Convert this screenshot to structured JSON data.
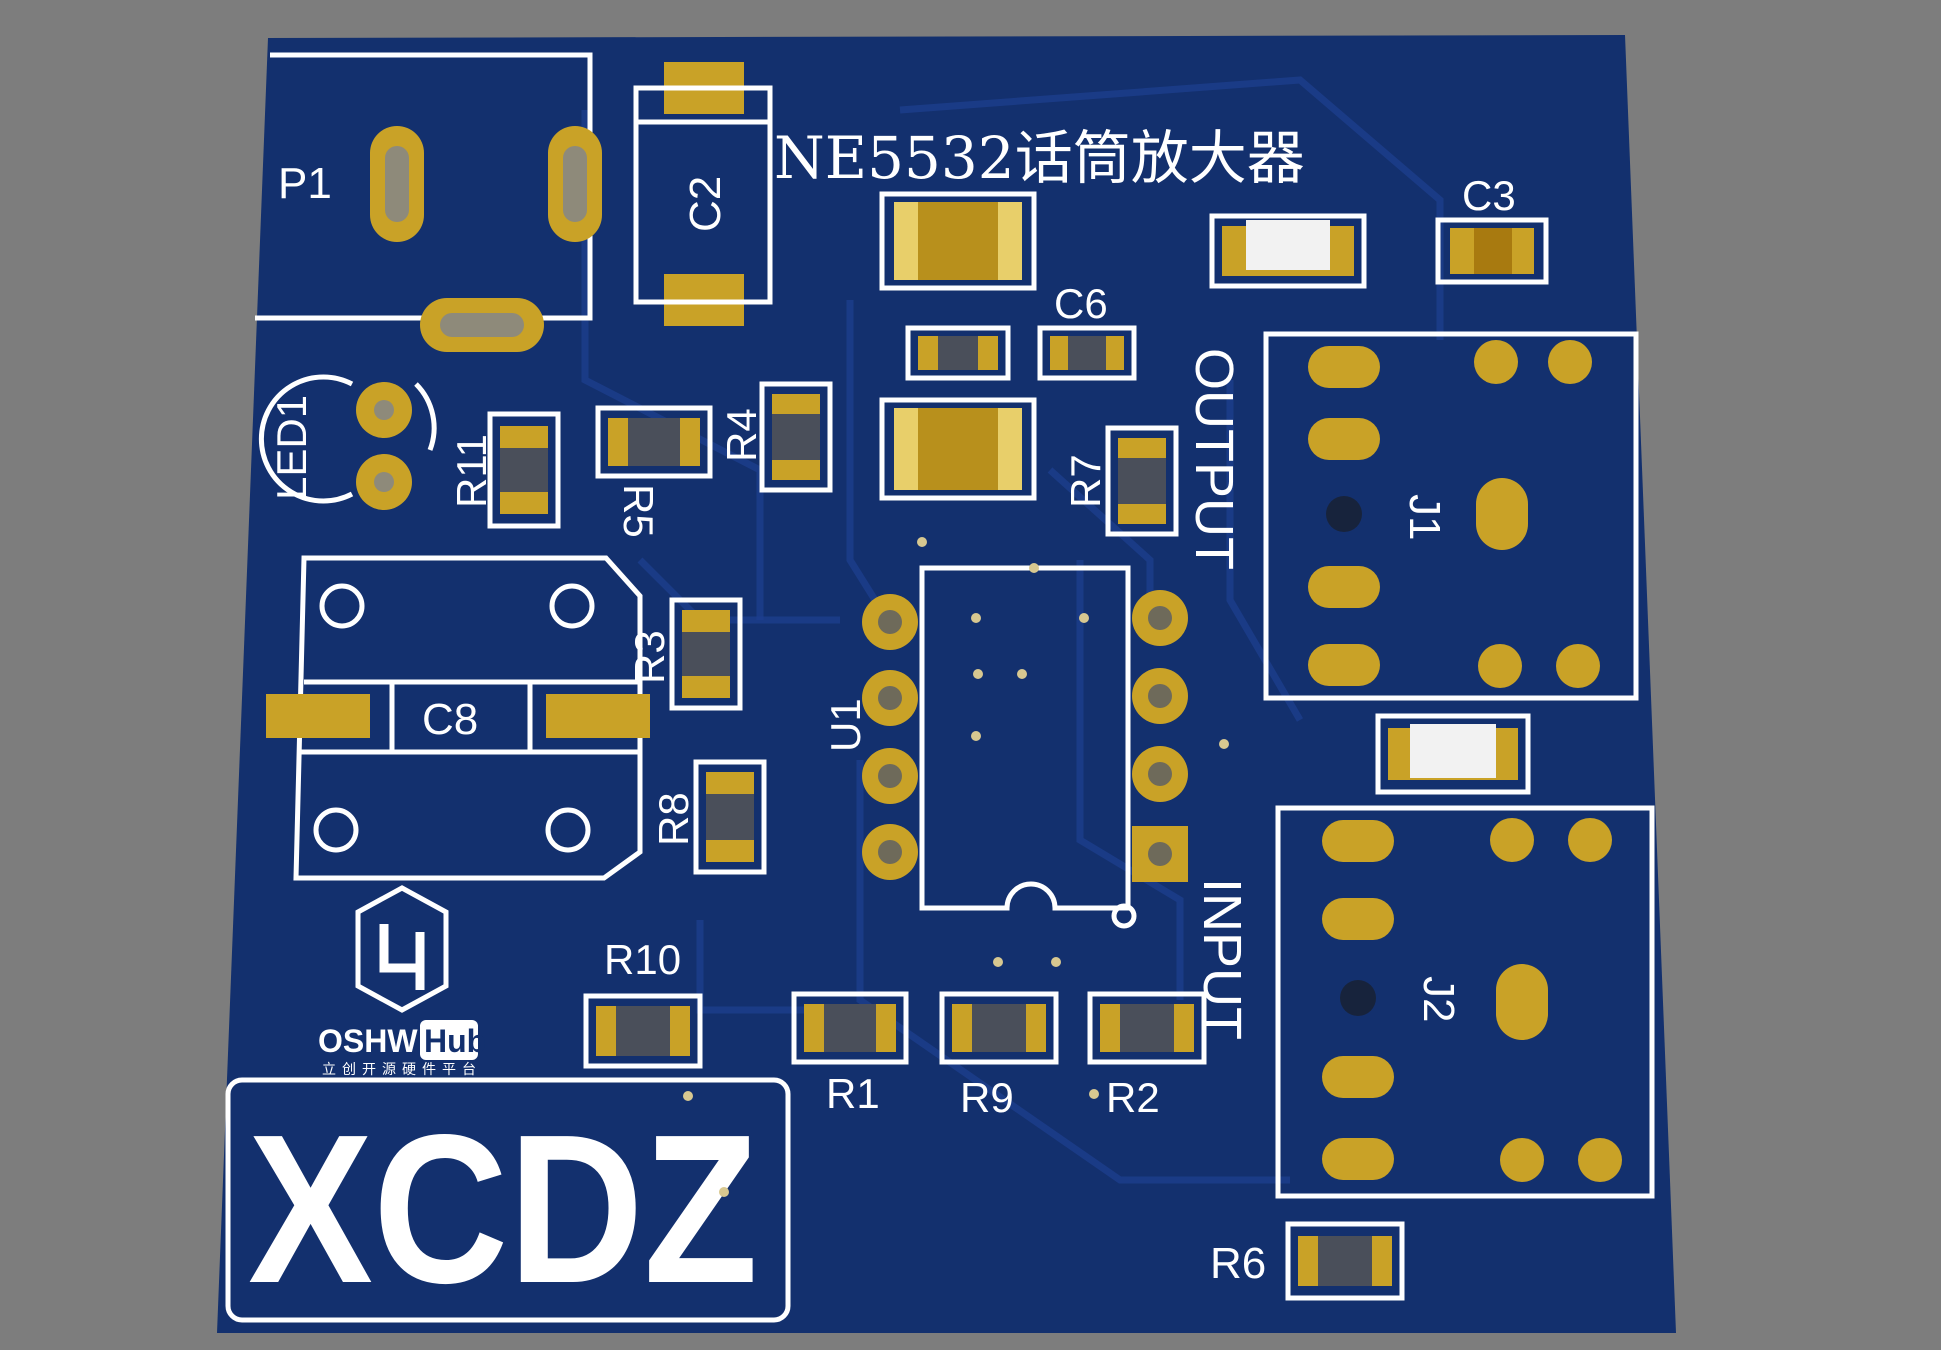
{
  "board": {
    "title": "NE5532话筒放大器",
    "brand": "XCDZ",
    "logo_line1": "OSHW",
    "logo_line2": "Hub",
    "logo_tagline": "立创开源硬件平台",
    "colors": {
      "background": "#7d7d7d",
      "substrate": "#13306e",
      "silkscreen": "#ffffff",
      "copper": "#c9a227"
    }
  },
  "labels": {
    "p1": "P1",
    "c2": "C2",
    "c3": "C3",
    "c6": "C6",
    "c8": "C8",
    "led1": "LED1",
    "r1": "R1",
    "r2": "R2",
    "r3": "R3",
    "r4": "R4",
    "r5": "R5",
    "r6": "R6",
    "r7": "R7",
    "r8": "R8",
    "r9": "R9",
    "r10": "R10",
    "r11": "R11",
    "u1": "U1",
    "j1": "J1",
    "j2": "J2",
    "output": "OUTPUT",
    "input": "INPUT"
  }
}
